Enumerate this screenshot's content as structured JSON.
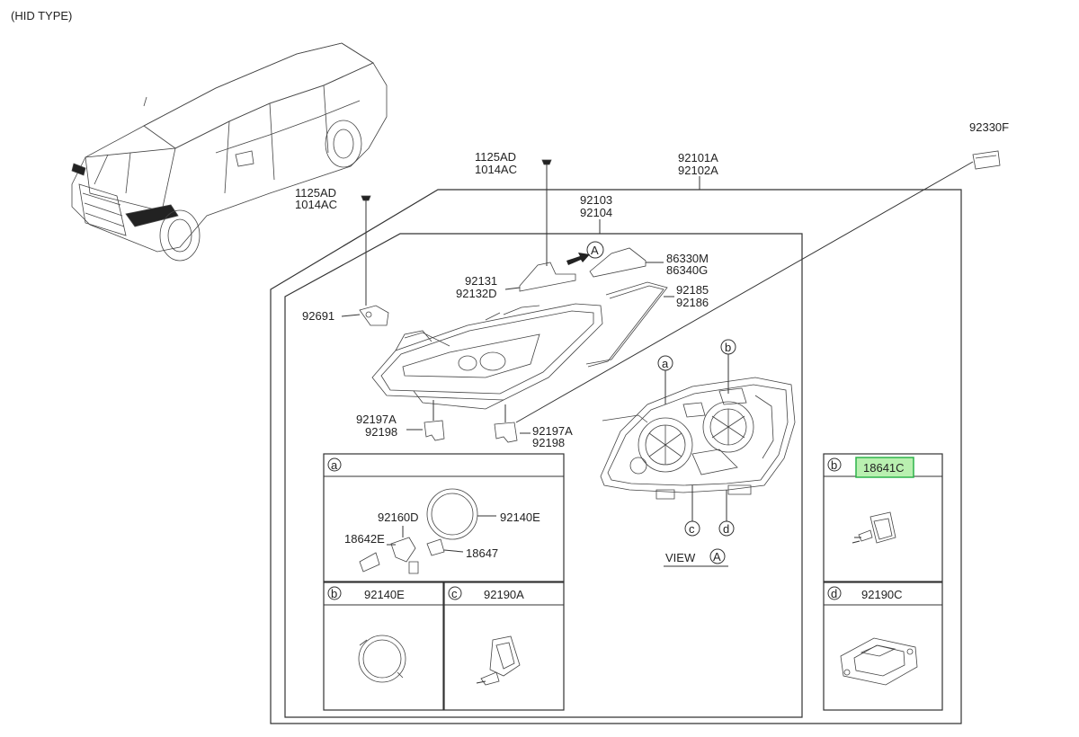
{
  "header": {
    "title": "(HID TYPE)"
  },
  "labels": {
    "p92330F": "92330F",
    "p92101A": "92101A",
    "p92102A": "92102A",
    "p1125AD_a": "1125AD",
    "p1014AC_a": "1014AC",
    "p1125AD_b": "1125AD",
    "p1014AC_b": "1014AC",
    "p92103": "92103",
    "p92104": "92104",
    "p92131": "92131",
    "p92132D": "92132D",
    "p86330M": "86330M",
    "p86340G": "86340G",
    "p92185": "92185",
    "p92186": "92186",
    "p92691": "92691",
    "p92197A_l": "92197A",
    "p92198_l": "92198",
    "p92197A_r": "92197A",
    "p92198_r": "92198",
    "p92160D": "92160D",
    "p92140E_a": "92140E",
    "p18642E": "18642E",
    "p18647": "18647",
    "p92140E_b": "92140E",
    "p92190A": "92190A",
    "p18641C": "18641C",
    "p92190C": "92190C",
    "view": "VIEW"
  },
  "callouts": {
    "A1": "A",
    "A2": "A",
    "a_view": "a",
    "b_view": "b",
    "c_view": "c",
    "d_view": "d",
    "a_box": "a",
    "b_box": "b",
    "c_box": "c",
    "b_box2": "b",
    "d_box": "d"
  },
  "colors": {
    "highlight_fill": "#b9f0b0",
    "highlight_stroke": "#2db34a",
    "line": "#333333"
  },
  "selected_part": "18641C"
}
